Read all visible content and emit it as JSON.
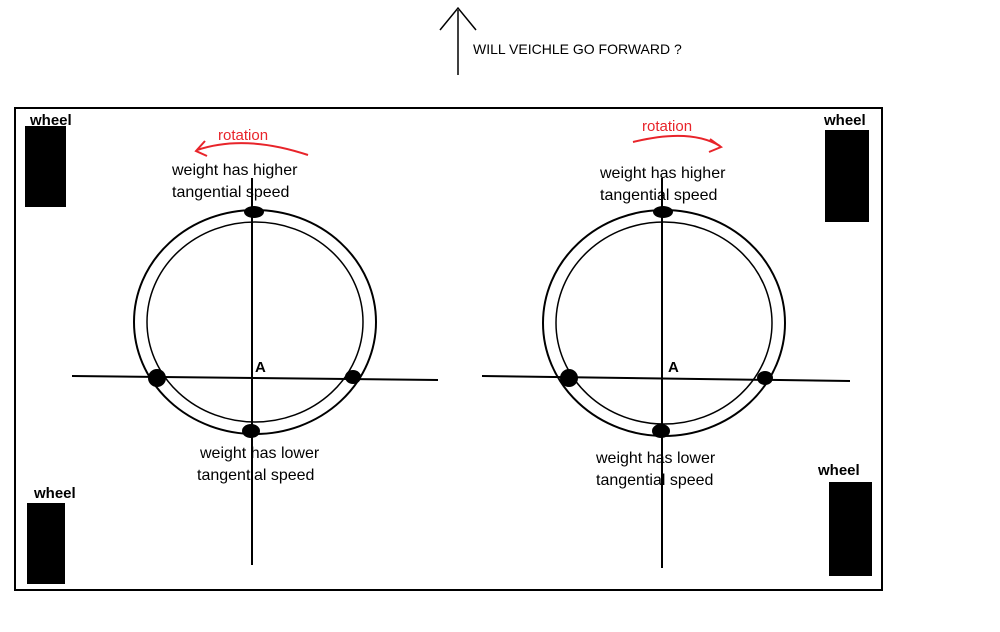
{
  "title": "WILL VEICHLE GO FORWARD ?",
  "wheel_label": "wheel",
  "colors": {
    "ink": "#000000",
    "rotation": "#e8242a",
    "background": "#ffffff"
  },
  "left_disc": {
    "rotation_label": "rotation",
    "top_text": [
      "weight has higher",
      "tangential speed"
    ],
    "bottom_text": [
      "weight has lower",
      "tangential speed"
    ],
    "center_label": "A"
  },
  "right_disc": {
    "rotation_label": "rotation",
    "top_text": [
      "weight has higher",
      "tangential speed"
    ],
    "bottom_text": [
      "weight has lower",
      "tangential speed"
    ],
    "center_label": "A"
  }
}
